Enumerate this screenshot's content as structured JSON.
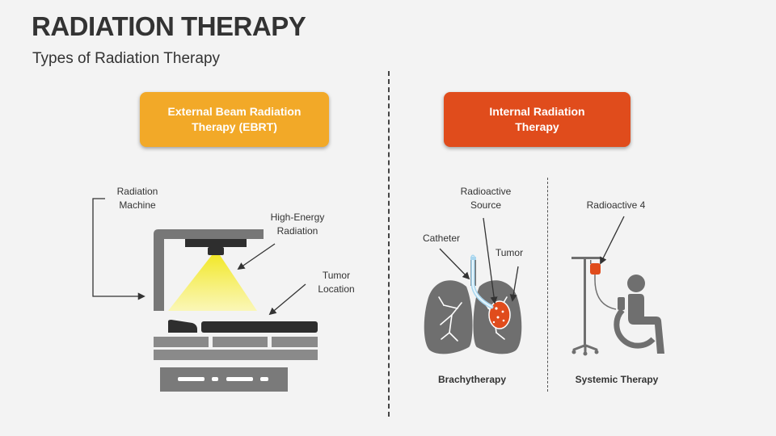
{
  "title": "RADIATION THERAPY",
  "subtitle": "Types of Radiation Therapy",
  "ebrt": {
    "box_label": "External Beam Radiation\nTherapy (EBRT)",
    "labels": {
      "machine": "Radiation\nMachine",
      "radiation": "High-Energy\nRadiation",
      "tumor": "Tumor\nLocation"
    }
  },
  "internal": {
    "box_label": "Internal Radiation\nTherapy",
    "brachy": {
      "source": "Radioactive\nSource",
      "catheter": "Catheter",
      "tumor": "Tumor",
      "caption": "Brachytherapy"
    },
    "systemic": {
      "radioactive": "Radioactive 4",
      "caption": "Systemic Therapy"
    }
  },
  "colors": {
    "ebrt_box": "#f2a928",
    "internal_box": "#e04c1c",
    "icon_gray": "#6f6f6f",
    "tumor": "#e04c1c",
    "beam": "#f5ef50"
  }
}
